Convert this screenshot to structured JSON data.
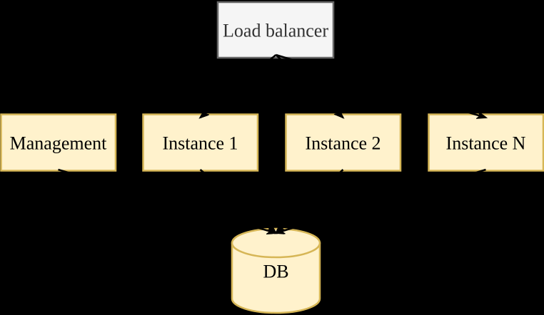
{
  "diagram": {
    "kind": "architecture-diagram",
    "background_color": "#000000",
    "edge_color": "#000000",
    "nodes": {
      "load_balancer": {
        "label": "Load balancer",
        "shape": "rectangle",
        "fill": "#f5f5f5",
        "border": "#666666",
        "text_color": "#333333"
      },
      "management": {
        "label": "Management",
        "shape": "rectangle",
        "fill": "#fff2cc",
        "border": "#d6b656",
        "text_color": "#000000"
      },
      "instance_1": {
        "label": "Instance 1",
        "shape": "rectangle",
        "fill": "#fff2cc",
        "border": "#d6b656",
        "text_color": "#000000"
      },
      "instance_2": {
        "label": "Instance 2",
        "shape": "rectangle",
        "fill": "#fff2cc",
        "border": "#d6b656",
        "text_color": "#000000"
      },
      "instance_n": {
        "label": "Instance N",
        "shape": "rectangle",
        "fill": "#fff2cc",
        "border": "#d6b656",
        "text_color": "#000000"
      },
      "db": {
        "label": "DB",
        "shape": "cylinder",
        "fill": "#fff2cc",
        "border": "#d6b656",
        "text_color": "#000000"
      }
    },
    "edges": [
      {
        "from": "load_balancer",
        "to": "instance_1",
        "arrow": "target"
      },
      {
        "from": "load_balancer",
        "to": "instance_2",
        "arrow": "target"
      },
      {
        "from": "load_balancer",
        "to": "instance_n",
        "arrow": "target"
      },
      {
        "from": "management",
        "to": "db",
        "arrow": "target"
      },
      {
        "from": "instance_1",
        "to": "db",
        "arrow": "target"
      },
      {
        "from": "instance_2",
        "to": "db",
        "arrow": "target"
      },
      {
        "from": "instance_n",
        "to": "db",
        "arrow": "target"
      }
    ]
  }
}
